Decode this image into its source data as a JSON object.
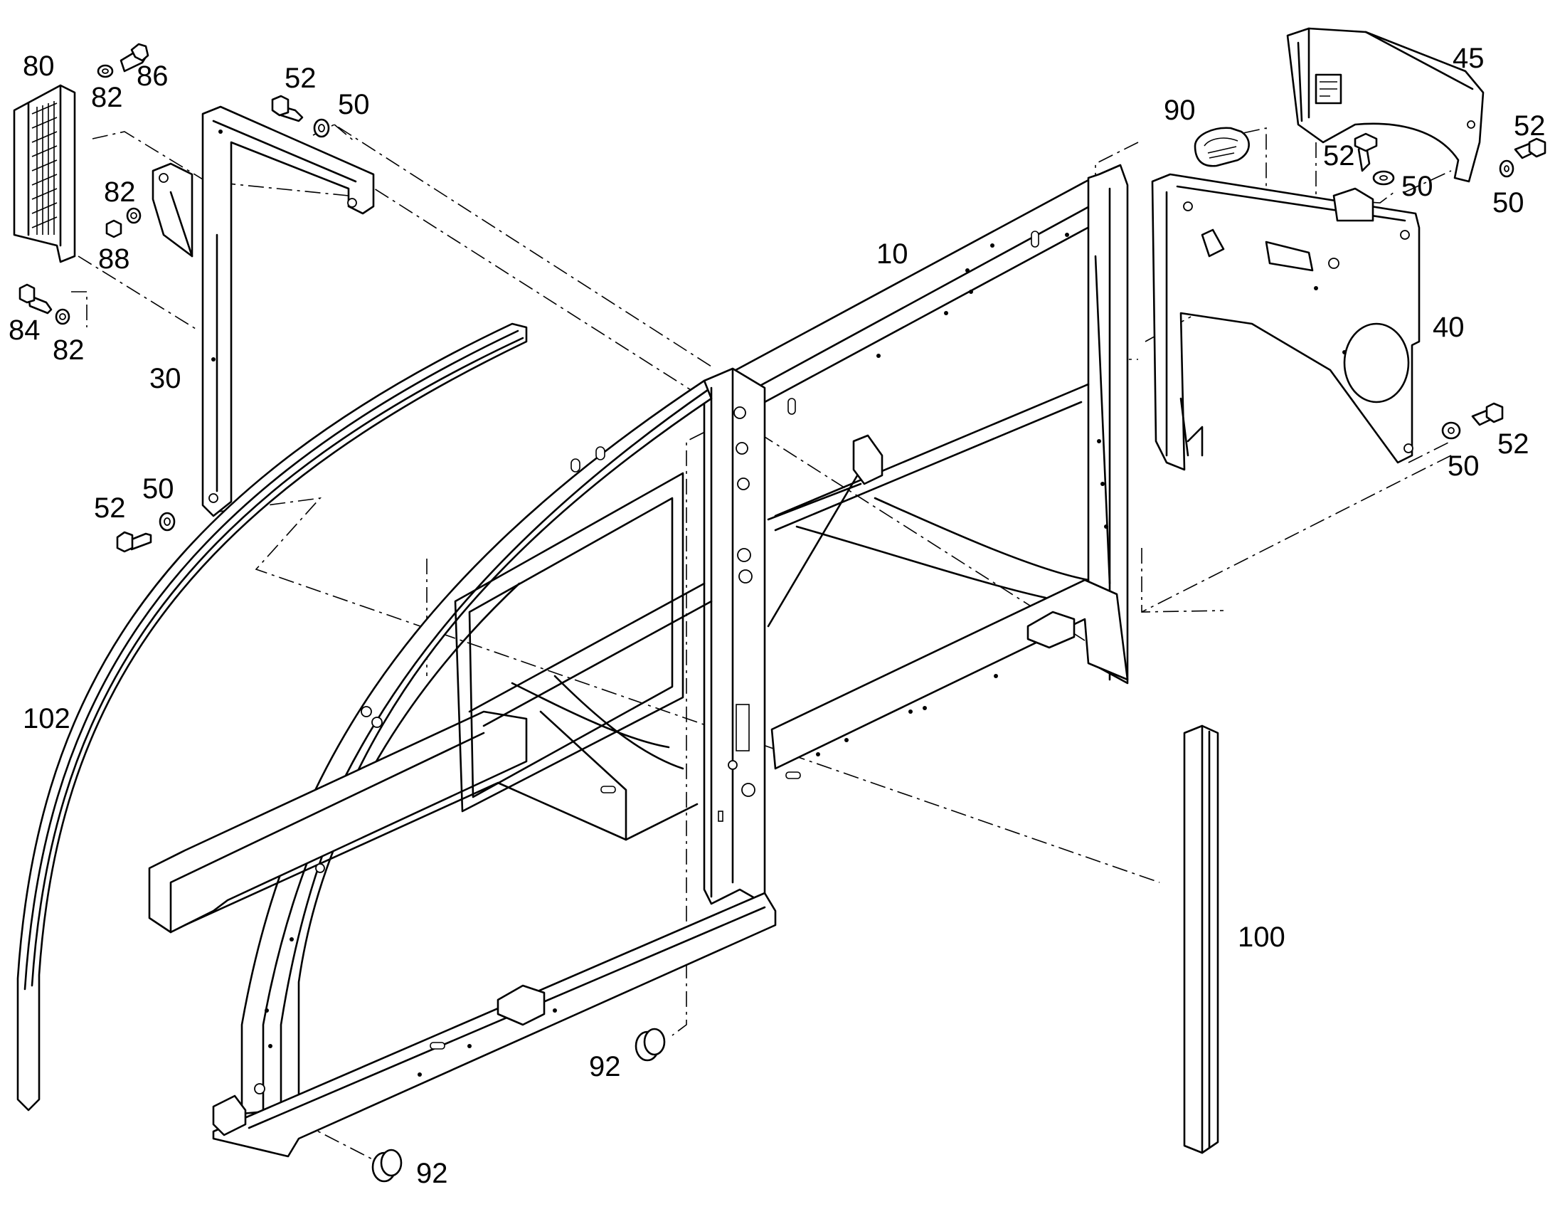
{
  "diagram": {
    "callouts": [
      {
        "id": "c80",
        "text": "80"
      },
      {
        "id": "c86",
        "text": "86"
      },
      {
        "id": "c82a",
        "text": "82"
      },
      {
        "id": "c52a",
        "text": "52"
      },
      {
        "id": "c50a",
        "text": "50"
      },
      {
        "id": "c82b",
        "text": "82"
      },
      {
        "id": "c88",
        "text": "88"
      },
      {
        "id": "c84",
        "text": "84"
      },
      {
        "id": "c82c",
        "text": "82"
      },
      {
        "id": "c30",
        "text": "30"
      },
      {
        "id": "c10",
        "text": "10"
      },
      {
        "id": "c90",
        "text": "90"
      },
      {
        "id": "c45",
        "text": "45"
      },
      {
        "id": "c52b",
        "text": "52"
      },
      {
        "id": "c52c",
        "text": "52"
      },
      {
        "id": "c50b",
        "text": "50"
      },
      {
        "id": "c50c",
        "text": "50"
      },
      {
        "id": "c40",
        "text": "40"
      },
      {
        "id": "c52d",
        "text": "52"
      },
      {
        "id": "c50d",
        "text": "50"
      },
      {
        "id": "c52e",
        "text": "52"
      },
      {
        "id": "c50e",
        "text": "50"
      },
      {
        "id": "c102",
        "text": "102"
      },
      {
        "id": "c100",
        "text": "100"
      },
      {
        "id": "c92a",
        "text": "92"
      },
      {
        "id": "c92b",
        "text": "92"
      }
    ]
  }
}
